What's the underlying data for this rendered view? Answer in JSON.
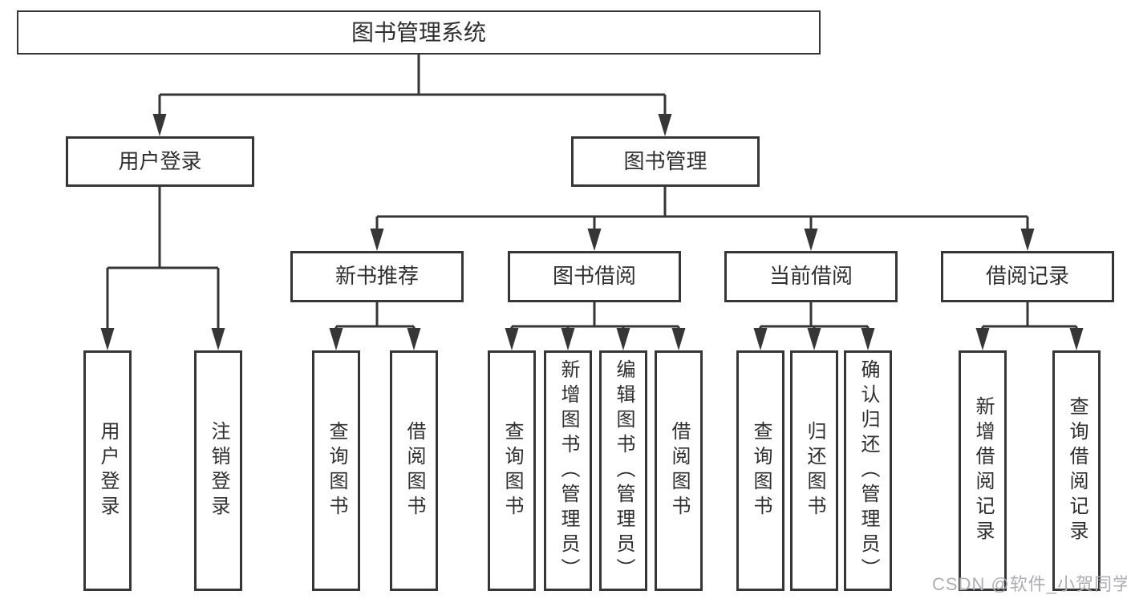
{
  "diagram_title": "图书管理系统",
  "root": {
    "label": "图书管理系统"
  },
  "level2": [
    {
      "label": "用户登录"
    },
    {
      "label": "图书管理"
    }
  ],
  "level3": [
    {
      "label": "新书推荐"
    },
    {
      "label": "图书借阅"
    },
    {
      "label": "当前借阅"
    },
    {
      "label": "借阅记录"
    }
  ],
  "leaves": [
    {
      "label": "用户登录"
    },
    {
      "label": "注销登录"
    },
    {
      "label": "查询图书"
    },
    {
      "label": "借阅图书"
    },
    {
      "label": "查询图书"
    },
    {
      "label": "新增图书（管理员）"
    },
    {
      "label": "编辑图书（管理员）"
    },
    {
      "label": "借阅图书"
    },
    {
      "label": "查询图书"
    },
    {
      "label": "归还图书"
    },
    {
      "label": "确认归还（管理员）"
    },
    {
      "label": "新增借阅记录"
    },
    {
      "label": "查询借阅记录"
    }
  ],
  "watermark": {
    "text": "CSDN @软件_小贺同学"
  },
  "colors": {
    "line": "#363636",
    "text": "#2e2e2e",
    "watermark": "#adadb5",
    "background": "#ffffff"
  }
}
